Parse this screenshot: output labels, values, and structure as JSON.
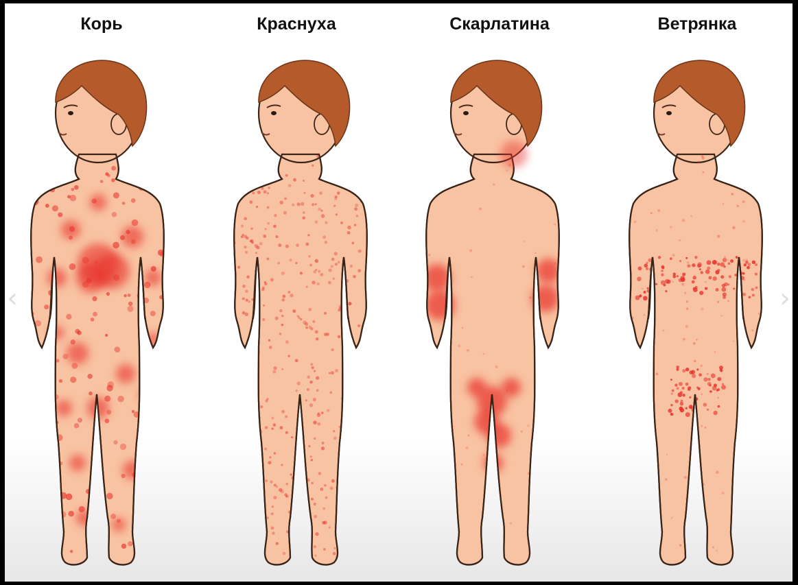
{
  "panels": [
    {
      "label": "Корь"
    },
    {
      "label": "Краснуха"
    },
    {
      "label": "Скарлатина"
    },
    {
      "label": "Ветрянка"
    }
  ],
  "colors": {
    "skin": "#f8c3a2",
    "skin_outline": "#3a2418",
    "hair": "#b55a2a",
    "rash": "#e8322c"
  }
}
